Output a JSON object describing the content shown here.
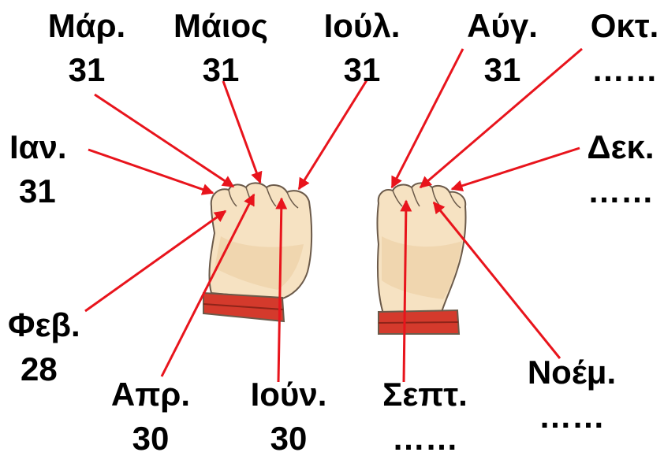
{
  "months": {
    "jan": {
      "name": "Ιαν.",
      "days": "31"
    },
    "feb": {
      "name": "Φεβ.",
      "days": "28"
    },
    "mar": {
      "name": "Μάρ.",
      "days": "31"
    },
    "apr": {
      "name": "Απρ.",
      "days": "30"
    },
    "may": {
      "name": "Μάιος",
      "days": "31"
    },
    "jun": {
      "name": "Ιούν.",
      "days": "30"
    },
    "jul": {
      "name": "Ιούλ.",
      "days": "31"
    },
    "aug": {
      "name": "Αύγ.",
      "days": "31"
    },
    "sep": {
      "name": "Σεπτ.",
      "days": "……"
    },
    "oct": {
      "name": "Οκτ.",
      "days": "……"
    },
    "nov": {
      "name": "Νοέμ.",
      "days": "……"
    },
    "dec": {
      "name": "Δεκ.",
      "days": "……"
    }
  },
  "colors": {
    "arrow": "#e8141c",
    "skin": "#f6e2c2",
    "skin_shadow": "#e8c79a",
    "band": "#d43a2c",
    "outline": "#6b5a4a"
  }
}
